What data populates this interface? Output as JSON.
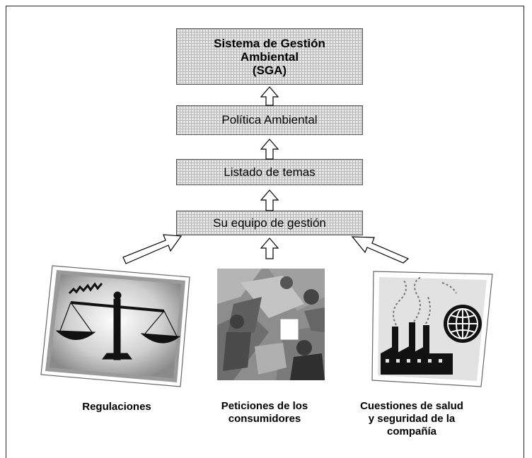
{
  "boxes": {
    "sga": [
      "Sistema de Gestión",
      "Ambiental",
      "(SGA)"
    ],
    "politica": "Política Ambiental",
    "listado": "Listado de temas",
    "equipo": "Su equipo de gestión"
  },
  "captions": {
    "regulaciones": "Regulaciones",
    "peticiones": [
      "Peticiones de los",
      "consumidores"
    ],
    "cuestiones": [
      "Cuestiones de salud",
      "y seguridad de la",
      "compañía"
    ]
  }
}
